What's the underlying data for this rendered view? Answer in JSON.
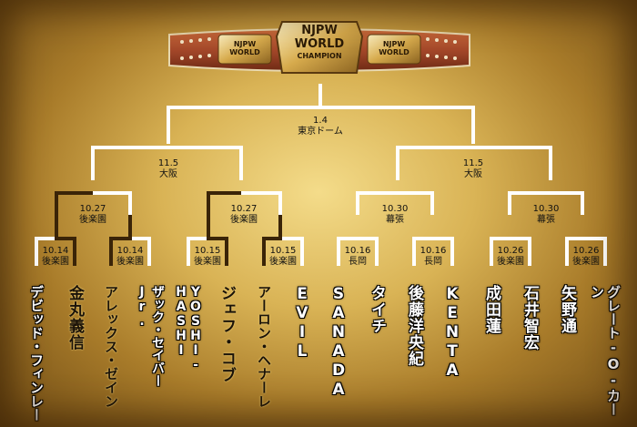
{
  "belt": {
    "plate_text_top": "NJPW",
    "plate_text_mid": "WORLD",
    "plate_text_bottom": "CHAMPION",
    "side_plate_left": "NJPW WORLD",
    "side_plate_right": "NJPW WORLD"
  },
  "final": {
    "date": "1.4",
    "venue": "東京ドーム"
  },
  "semifinals": [
    {
      "date": "11.5",
      "venue": "大阪"
    },
    {
      "date": "11.5",
      "venue": "大阪"
    }
  ],
  "quarterfinals": [
    {
      "date": "10.27",
      "venue": "後楽園"
    },
    {
      "date": "10.27",
      "venue": "後楽園"
    },
    {
      "date": "10.30",
      "venue": "幕張"
    },
    {
      "date": "10.30",
      "venue": "幕張"
    }
  ],
  "first_round": [
    {
      "date": "10.14",
      "venue": "後楽園"
    },
    {
      "date": "10.14",
      "venue": "後楽園"
    },
    {
      "date": "10.15",
      "venue": "後楽園"
    },
    {
      "date": "10.15",
      "venue": "後楽園"
    },
    {
      "date": "10.16",
      "venue": "長岡"
    },
    {
      "date": "10.16",
      "venue": "長岡"
    },
    {
      "date": "10.26",
      "venue": "後楽園"
    },
    {
      "date": "10.26",
      "venue": "後楽園"
    }
  ],
  "participants": [
    "デビッド・フィンレー",
    "金丸義信",
    "アレックス・ゼイン",
    "ザック・セイバーJr.",
    "YOSHI-HASHI",
    "ジェフ・コブ",
    "アーロン・ヘナーレ",
    "EVIL",
    "SANADA",
    "タイチ",
    "後藤洋央紀",
    "KENTA",
    "成田蓮",
    "石井智宏",
    "矢野通",
    "グレート-O-カーン"
  ],
  "colors": {
    "line_white": "#ffffff",
    "line_dark": "#3a2408",
    "background_gold": "#d9b355"
  }
}
